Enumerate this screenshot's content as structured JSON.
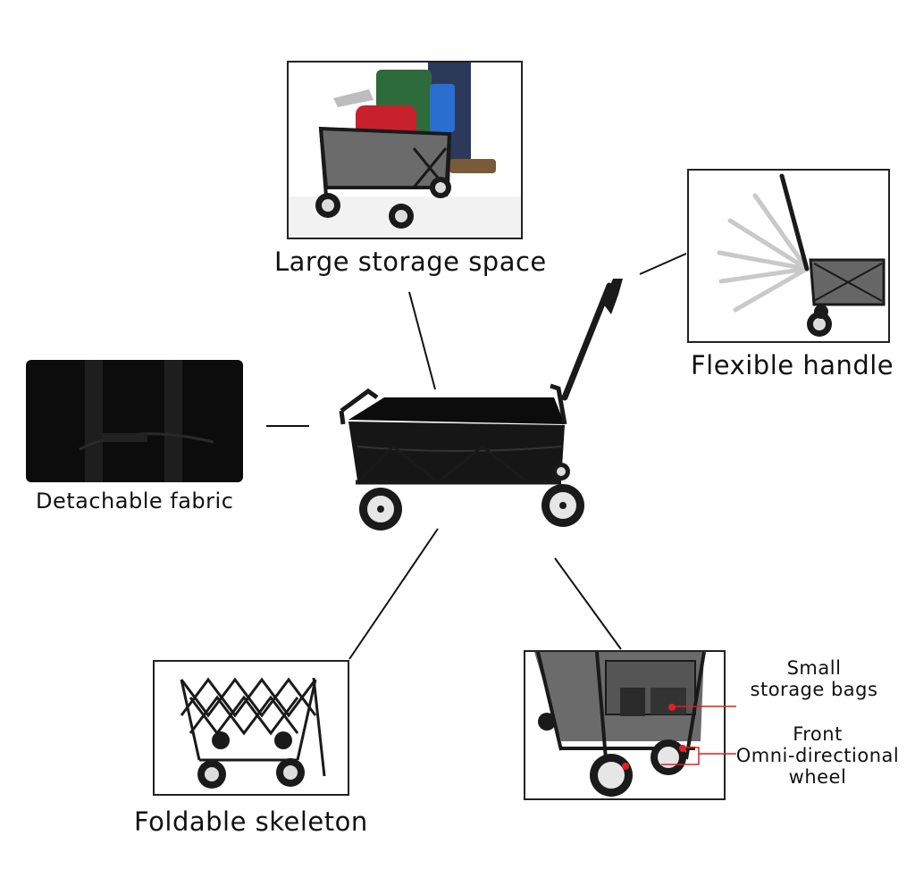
{
  "features": {
    "storage": {
      "label": "Large storage space"
    },
    "handle": {
      "label": "Flexible handle"
    },
    "fabric": {
      "label": "Detachable fabric"
    },
    "skeleton": {
      "label": "Foldable skeleton"
    },
    "bags": {
      "line1": "Small",
      "line2": "storage bags"
    },
    "wheel": {
      "line1": "Front",
      "line2": "Omni-directional",
      "line3": "wheel"
    }
  },
  "colors": {
    "cart_fabric": "#111111",
    "cart_grey": "#6b6b6b",
    "frame_line": "#222222",
    "callout_red": "#e02020",
    "bag_green": "#2e6b3a",
    "bag_red": "#c8202c",
    "bag_blue": "#2a6fd0"
  }
}
